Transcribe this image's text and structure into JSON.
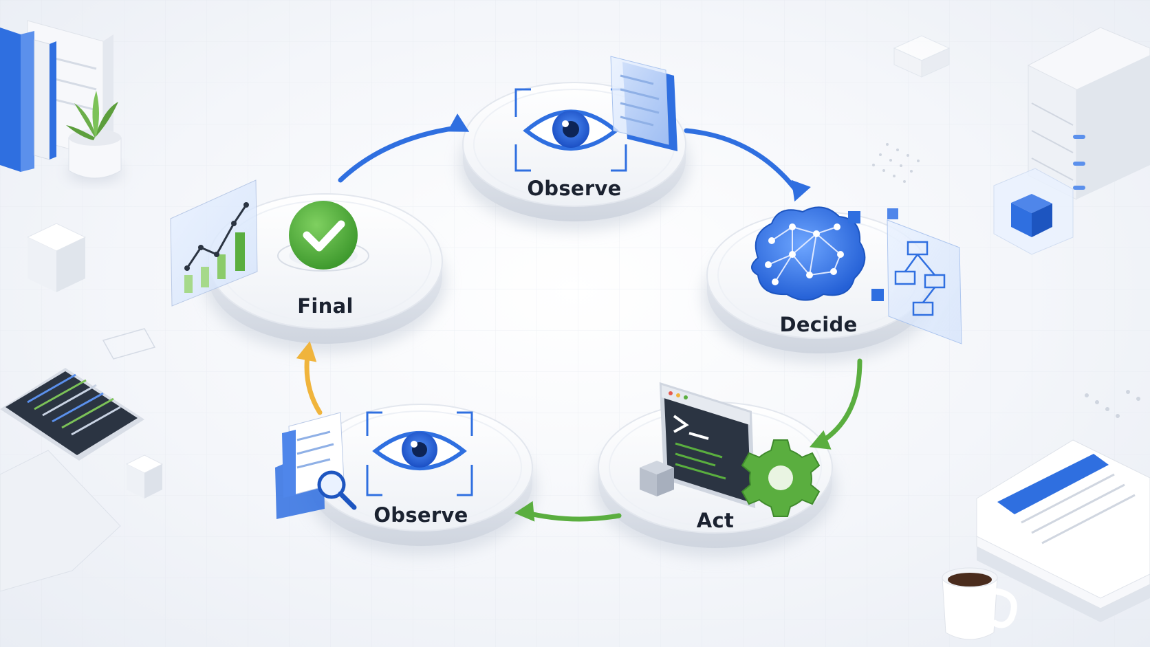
{
  "nodes": [
    {
      "id": "observe-top",
      "label": "Observe",
      "icon": "eye-icon"
    },
    {
      "id": "decide",
      "label": "Decide",
      "icon": "brain-network-icon"
    },
    {
      "id": "act",
      "label": "Act",
      "icon": "terminal-gear-icon"
    },
    {
      "id": "observe-bottom",
      "label": "Observe",
      "icon": "eye-icon"
    },
    {
      "id": "final",
      "label": "Final",
      "icon": "checkmark-icon"
    }
  ],
  "edges": [
    {
      "from": "final",
      "to": "observe-top",
      "color": "#2f6fe0"
    },
    {
      "from": "observe-top",
      "to": "decide",
      "color": "#2f6fe0"
    },
    {
      "from": "decide",
      "to": "act",
      "color": "#5aae3f"
    },
    {
      "from": "act",
      "to": "observe-bottom",
      "color": "#5aae3f"
    },
    {
      "from": "observe-bottom",
      "to": "final",
      "color": "#f0b43c"
    }
  ],
  "colors": {
    "blue": "#2f6fe0",
    "green": "#5aae3f",
    "amber": "#f0b43c",
    "dark_screen": "#2b3442"
  }
}
